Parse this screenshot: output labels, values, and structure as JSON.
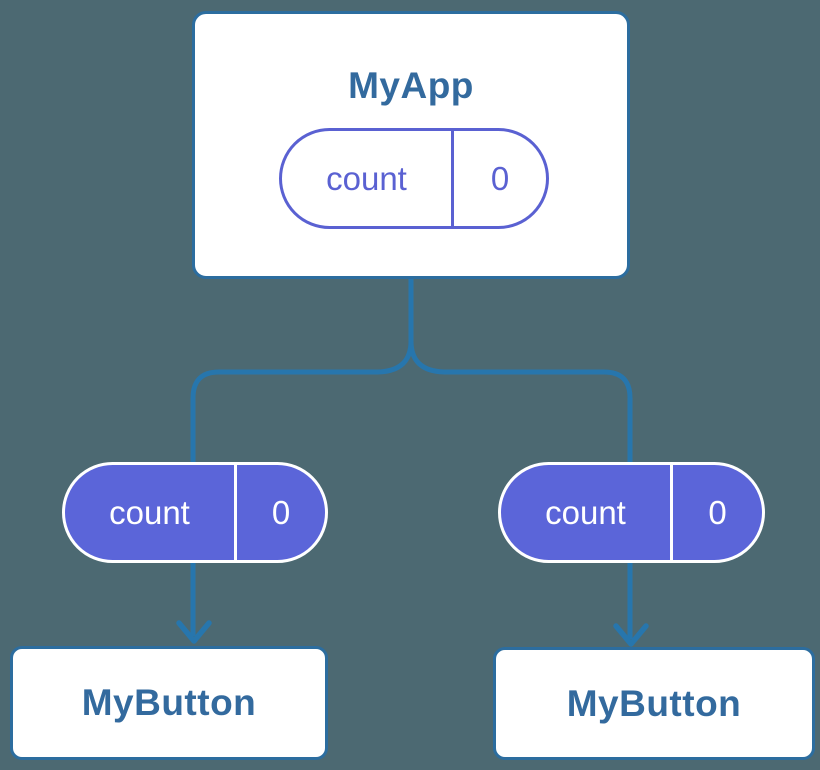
{
  "colors": {
    "background": "#4C6972",
    "node_background": "#FFFFFF",
    "node_border": "#2C6D9F",
    "node_text": "#336A9E",
    "connector": "#2776AD",
    "state_fill_purple": "#5B65D9",
    "state_outline_purple": "#5A61D2",
    "state_text_light": "#FFFFFF"
  },
  "diagram": {
    "type": "component-tree",
    "root": {
      "title": "MyApp",
      "state": {
        "key": "count",
        "value": "0",
        "style": "outlined"
      }
    },
    "children": [
      {
        "title": "MyButton",
        "state": {
          "key": "count",
          "value": "0",
          "style": "filled"
        }
      },
      {
        "title": "MyButton",
        "state": {
          "key": "count",
          "value": "0",
          "style": "filled"
        }
      }
    ]
  }
}
